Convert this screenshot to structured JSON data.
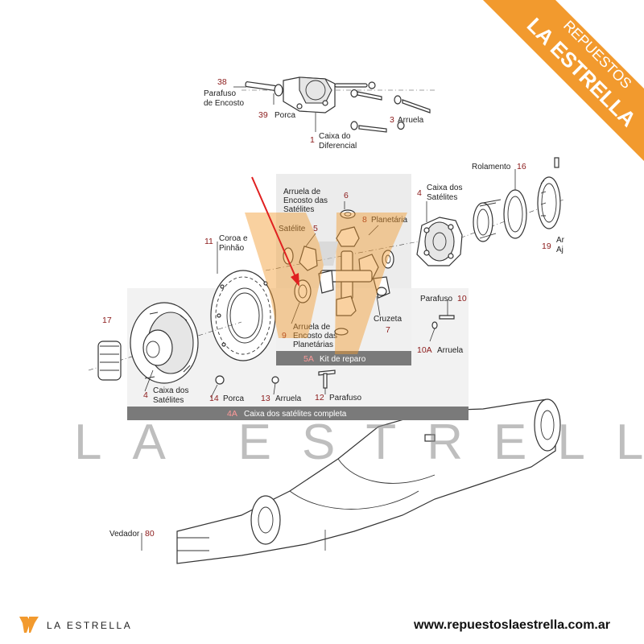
{
  "banner": {
    "line1": "REPUESTOS",
    "line2": "LA ESTRELLA",
    "color": "#f29a2e"
  },
  "watermark": "LA ESTRELLA",
  "parts": {
    "p38": {
      "num": "38",
      "label1": "Parafuso",
      "label2": "de Encosto"
    },
    "p39": {
      "num": "39",
      "label": "Porca"
    },
    "p1": {
      "num": "1",
      "label1": "Caixa do",
      "label2": "Diferencial"
    },
    "p3": {
      "num": "3",
      "label": "Arruela"
    },
    "p16": {
      "num": "16",
      "label": "Rolamento"
    },
    "p19": {
      "num": "19",
      "label1": "Ar",
      "label2": "Aj"
    },
    "p6": {
      "num": "6",
      "label1": "Arruela de",
      "label2": "Encosto das",
      "label3": "Satélites"
    },
    "p4top": {
      "num": "4",
      "label1": "Caixa dos",
      "label2": "Satélites"
    },
    "p8": {
      "num": "8",
      "label": "Planetária"
    },
    "p5": {
      "num": "5",
      "label": "Satélite"
    },
    "p11": {
      "num": "11",
      "label1": "Coroa e",
      "label2": "Pinhão"
    },
    "p10": {
      "num": "10",
      "label": "Parafuso"
    },
    "p10a": {
      "num": "10A",
      "label": "Arruela"
    },
    "p17": {
      "num": "17"
    },
    "p9": {
      "num": "9",
      "label1": "Arruela de",
      "label2": "Encosto das",
      "label3": "Planetárias"
    },
    "p7": {
      "num": "7",
      "label": "Cruzeta"
    },
    "p4bottom": {
      "num": "4",
      "label1": "Caixa dos",
      "label2": "Satélites"
    },
    "p14": {
      "num": "14",
      "label": "Porca"
    },
    "p13": {
      "num": "13",
      "label": "Arruela"
    },
    "p12": {
      "num": "12",
      "label": "Parafuso"
    },
    "p80": {
      "num": "80",
      "label": "Vedador"
    }
  },
  "kit_bar": {
    "num": "5A",
    "label": "Kit de reparo"
  },
  "complete_bar": {
    "num": "4A",
    "label": "Caixa dos satélites completa"
  },
  "footer": {
    "brand": "LA ESTRELLA",
    "url": "www.repuestoslaestrella.com.ar"
  },
  "colors": {
    "accent_orange": "#f29a2e",
    "highlight_red": "#e02020",
    "bar_gray": "#7a7a7a"
  }
}
